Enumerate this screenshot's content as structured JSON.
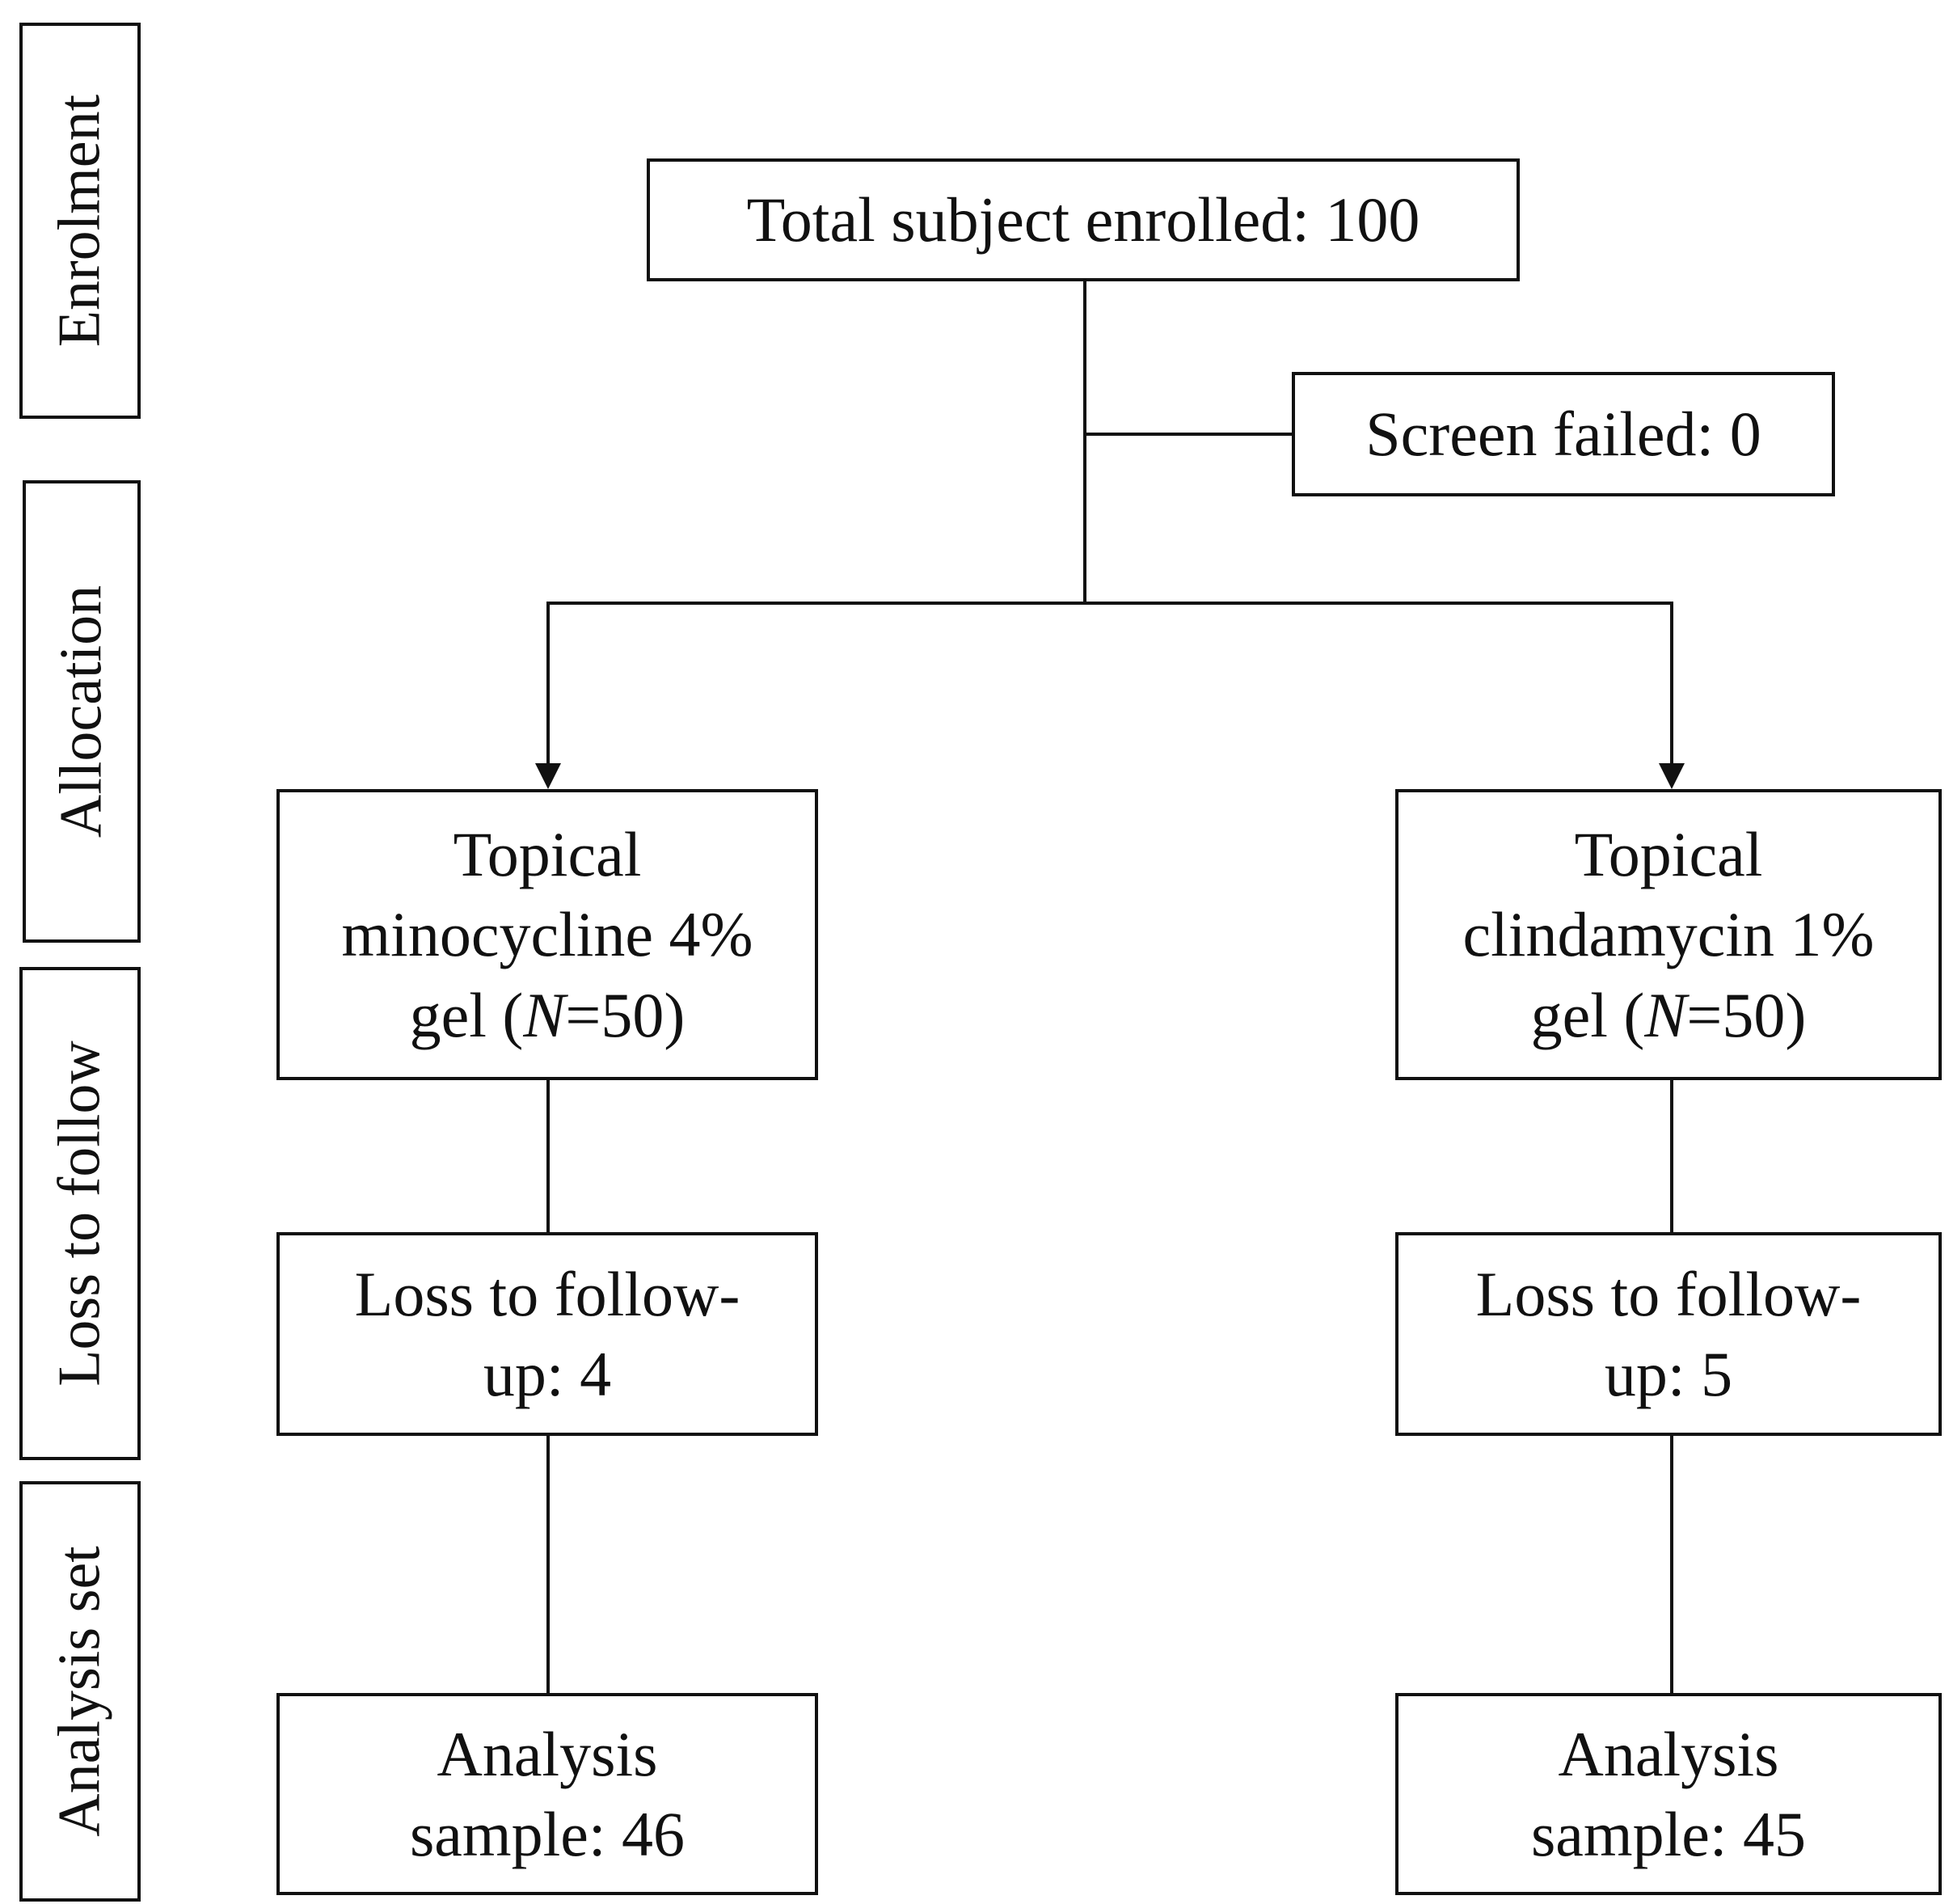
{
  "stages": [
    {
      "id": "enrolment",
      "label": "Enrolment"
    },
    {
      "id": "allocation",
      "label": "Allocation"
    },
    {
      "id": "loss",
      "label": "Loss to follow"
    },
    {
      "id": "analysis",
      "label": "Analysis set"
    }
  ],
  "enrolled": {
    "text": "Total subject enrolled: 100"
  },
  "screen_failed": {
    "text": "Screen failed: 0"
  },
  "arms": {
    "minocycline": {
      "line1": "Topical",
      "line2": "minocycline 4%",
      "line3_prefix": "gel (",
      "line3_italic": "N",
      "line3_suffix": "=50)",
      "loss_line1": "Loss to follow-",
      "loss_line2": "up: 4",
      "analysis_line1": "Analysis",
      "analysis_line2": "sample: 46"
    },
    "clindamycin": {
      "line1": "Topical",
      "line2": "clindamycin 1%",
      "line3_prefix": "gel (",
      "line3_italic": "N",
      "line3_suffix": "=50)",
      "loss_line1": "Loss to follow-",
      "loss_line2": "up: 5",
      "analysis_line1": "Analysis",
      "analysis_line2": "sample: 45"
    }
  }
}
